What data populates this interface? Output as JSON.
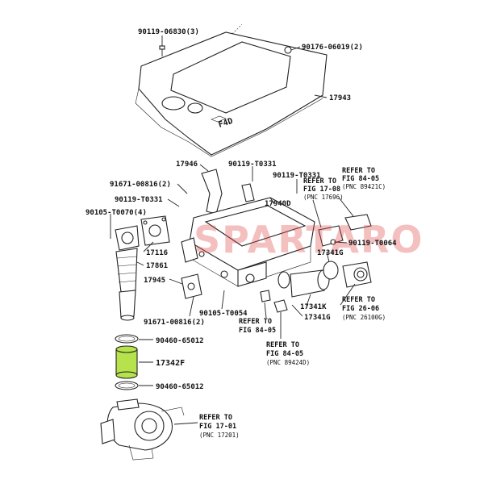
{
  "watermark": "SPARTARO",
  "labels": {
    "p1": "90119-06830(3)",
    "p2": "90176-06019(2)",
    "p3": "17943",
    "p4": "17946",
    "p5": "90119-T0331",
    "p6": "90119-T0331",
    "p7": "91671-00816(2)",
    "p8": "90119-T0331",
    "p9": "90105-T0070(4)",
    "p10": "17940D",
    "p11": "17116",
    "p12": "17861",
    "p13": "17945",
    "p14": "91671-00816(2)",
    "p15": "90105-T0054",
    "p16": "90119-T0064",
    "p17": "17341G",
    "p18": "17341K",
    "p19": "17341G",
    "p20": "90460-65012",
    "p21": "17342F",
    "p22": "90460-65012"
  },
  "refs": {
    "r1": {
      "l1": "REFER TO",
      "l2": "FIG 17-08",
      "l3": "(PNC 17696)"
    },
    "r2": {
      "l1": "REFER TO",
      "l2": "FIG 84-05",
      "l3": "(PNC 89421C)"
    },
    "r3": {
      "l1": "REFER TO",
      "l2": "FIG 26-06",
      "l3": "(PNC 26100G)"
    },
    "r4": {
      "l1": "REFER TO",
      "l2": "FIG 84-05"
    },
    "r5": {
      "l1": "REFER TO",
      "l2": "FIG 84-05",
      "l3": "(PNC 89424D)"
    },
    "r6": {
      "l1": "REFER TO",
      "l2": "FIG 17-01",
      "l3": "(PNC 17201)"
    }
  },
  "colors": {
    "highlight": "#b6e34c",
    "watermark": "#e24a4a"
  }
}
